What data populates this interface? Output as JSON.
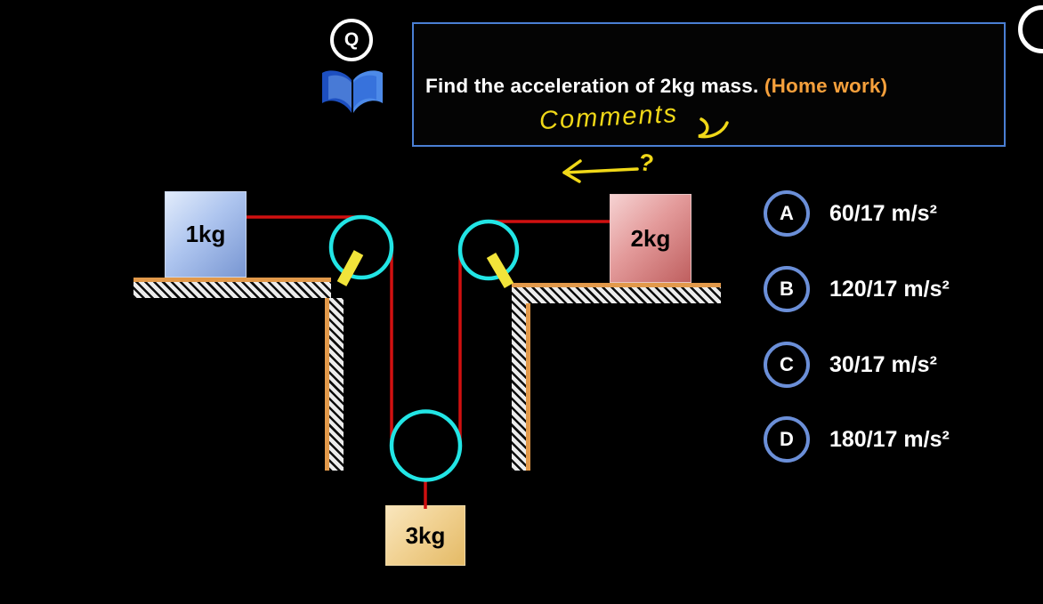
{
  "header": {
    "q_badge": "Q",
    "question": "Find the acceleration of 2kg mass.",
    "homework": "(Home work)",
    "handwritten_note": "Comments",
    "question_mark": "?"
  },
  "diagram": {
    "block_left": "1kg",
    "block_right": "2kg",
    "block_hanging": "3kg"
  },
  "options": [
    {
      "letter": "A",
      "value": "60/17 m/s²"
    },
    {
      "letter": "B",
      "value": "120/17 m/s²"
    },
    {
      "letter": "C",
      "value": "30/17 m/s²"
    },
    {
      "letter": "D",
      "value": "180/17 m/s²"
    }
  ],
  "colors": {
    "background": "#000000",
    "box_border": "#4a7fd4",
    "homework_orange": "#f5a03c",
    "annotation_yellow": "#f0d818",
    "rope_red": "#d01010",
    "pulley_cyan": "#22e5e5",
    "platform_tan": "#e2994a",
    "option_ring_blue": "#6b8fd8"
  }
}
